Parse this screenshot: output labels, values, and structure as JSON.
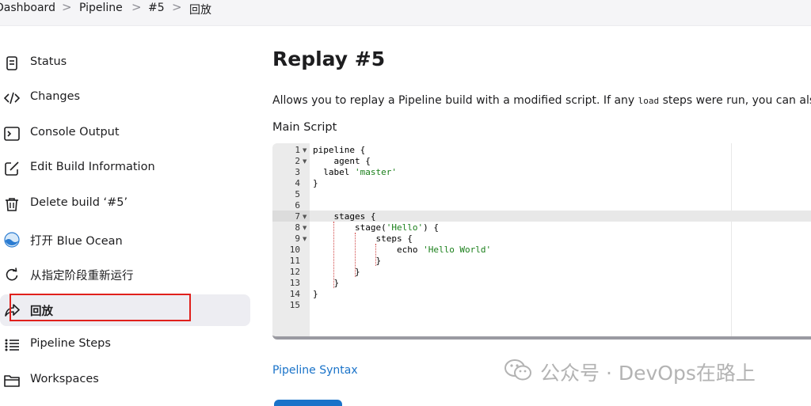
{
  "breadcrumb": {
    "items": [
      "Dashboard",
      "Pipeline",
      "#5",
      "回放"
    ],
    "separator": ">"
  },
  "sidebar": {
    "items": [
      {
        "label": "Status",
        "icon": "document-icon"
      },
      {
        "label": "Changes",
        "icon": "code-icon"
      },
      {
        "label": "Console Output",
        "icon": "terminal-icon"
      },
      {
        "label": "Edit Build Information",
        "icon": "edit-icon"
      },
      {
        "label": "Delete build ‘#5’",
        "icon": "trash-icon"
      },
      {
        "label": "打开 Blue Ocean",
        "icon": "blue-ocean-icon"
      },
      {
        "label": "从指定阶段重新运行",
        "icon": "restart-icon"
      },
      {
        "label": "回放",
        "icon": "replay-icon",
        "active": true
      },
      {
        "label": "Pipeline Steps",
        "icon": "list-icon"
      },
      {
        "label": "Workspaces",
        "icon": "folder-icon"
      }
    ]
  },
  "main": {
    "title": "Replay #5",
    "description_before": "Allows you to replay a Pipeline build with a modified script. If any ",
    "description_code": "load",
    "description_after": " steps were run, you can also m",
    "script_label": "Main Script",
    "syntax_link": "Pipeline Syntax"
  },
  "editor": {
    "highlighted_line": 7,
    "lines": [
      {
        "n": "1",
        "fold": true,
        "text": "pipeline {"
      },
      {
        "n": "2",
        "fold": true,
        "text": "    agent {"
      },
      {
        "n": "3",
        "fold": false,
        "text": "  label ",
        "str": "'master'"
      },
      {
        "n": "4",
        "fold": false,
        "text": "}"
      },
      {
        "n": "5",
        "fold": false,
        "text": ""
      },
      {
        "n": "6",
        "fold": false,
        "text": ""
      },
      {
        "n": "7",
        "fold": true,
        "text": "    stages {"
      },
      {
        "n": "8",
        "fold": true,
        "text": "        stage(",
        "str": "'Hello'",
        "after": ") {"
      },
      {
        "n": "9",
        "fold": true,
        "text": "            steps {"
      },
      {
        "n": "10",
        "fold": false,
        "text": "                echo ",
        "str": "'Hello World'"
      },
      {
        "n": "11",
        "fold": false,
        "text": "            }"
      },
      {
        "n": "12",
        "fold": false,
        "text": "        }"
      },
      {
        "n": "13",
        "fold": false,
        "text": "    }"
      },
      {
        "n": "14",
        "fold": false,
        "text": "}"
      },
      {
        "n": "15",
        "fold": false,
        "text": ""
      }
    ]
  },
  "watermark": {
    "text": "公众号 · DevOps在路上",
    "icon": "wechat-icon"
  },
  "colors": {
    "link": "#1a73c9",
    "highlight_box": "#e0201c",
    "string": "#1a7f1a"
  }
}
